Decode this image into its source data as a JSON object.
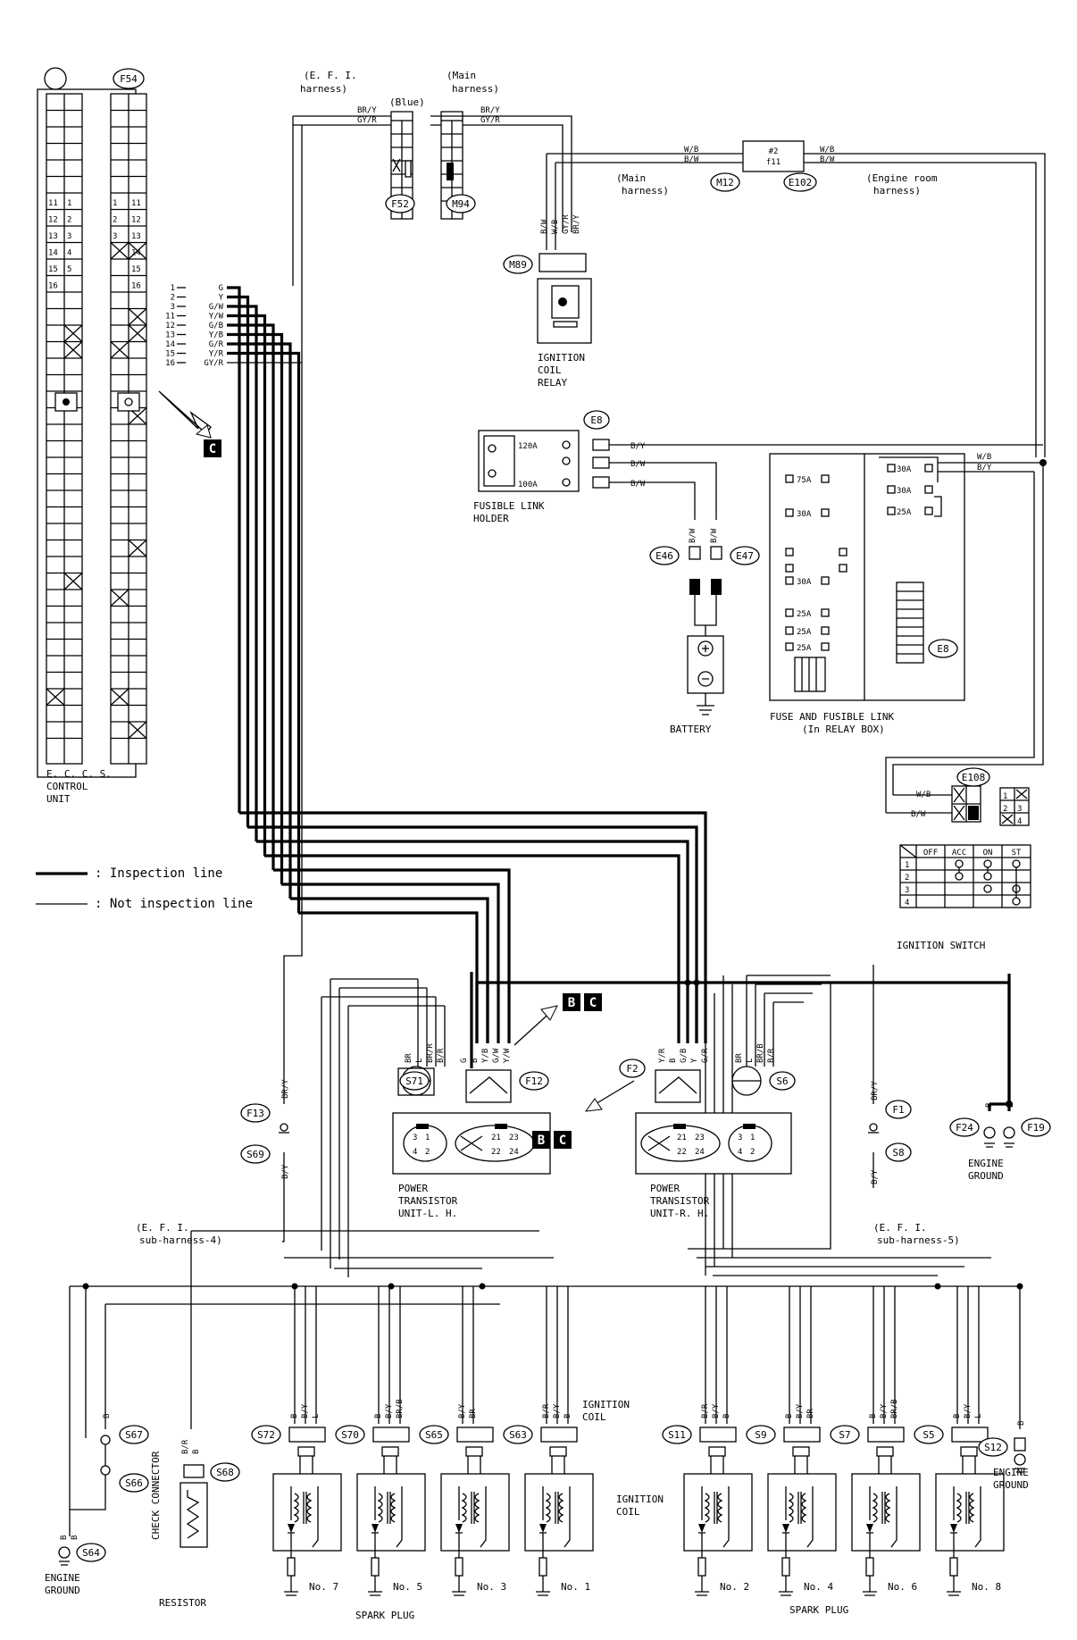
{
  "ecu": {
    "connector_id": "F54",
    "label_lines": [
      "E. C. C. S.",
      "CONTROL",
      "UNIT"
    ],
    "pins_left": [
      "11",
      "12",
      "13",
      "14",
      "15",
      "16"
    ],
    "pins_right": [
      "1",
      "2",
      "3",
      "4",
      "5"
    ],
    "pins_right_b": [
      "11",
      "12",
      "13",
      "14",
      "15",
      "16"
    ],
    "pins_left_b": [
      "1",
      "2",
      "3"
    ]
  },
  "ecu_wires": [
    {
      "pin": "1",
      "color": "G"
    },
    {
      "pin": "2",
      "color": "Y"
    },
    {
      "pin": "3",
      "color": "G/W"
    },
    {
      "pin": "11",
      "color": "Y/W"
    },
    {
      "pin": "12",
      "color": "G/B"
    },
    {
      "pin": "13",
      "color": "Y/B"
    },
    {
      "pin": "14",
      "color": "G/R"
    },
    {
      "pin": "15",
      "color": "Y/R"
    },
    {
      "pin": "16",
      "color": "GY/R"
    }
  ],
  "ref_badge": "C",
  "harness": {
    "efi_label": "(E. F. I.",
    "efi_label2": "harness)",
    "blue": "(Blue)",
    "main_label": "(Main",
    "main_label2": "harness)",
    "wire_brY": "BR/Y",
    "wire_gyR": "GY/R",
    "f52": "F52",
    "m94": "M94"
  },
  "relay": {
    "main_harness": "(Main",
    "main_harness2": "harness)",
    "m12": "M12",
    "e102": "E102",
    "engine_room": "(Engine room",
    "engine_room2": "harness)",
    "fuse_a": "#2",
    "fuse_b": "f11",
    "wire_wb": "W/B",
    "wire_bw": "B/W",
    "m89": "M89",
    "wires": [
      "B/W",
      "W/B",
      "GY/R",
      "BR/Y"
    ],
    "label_lines": [
      "IGNITION",
      "COIL",
      "RELAY"
    ]
  },
  "fusible": {
    "e8": "E8",
    "fuse_120": "120A",
    "fuse_100": "100A",
    "wire_by": "B/Y",
    "wire_bw": "B/W",
    "label_lines": [
      "FUSIBLE LINK",
      "HOLDER"
    ],
    "e46": "E46",
    "e47": "E47",
    "battery": "BATTERY"
  },
  "relay_box": {
    "left_fuses": [
      "75A",
      "30A",
      "30A",
      "25A",
      "25A",
      "25A"
    ],
    "right_fuses": [
      "30A",
      "30A",
      "25A"
    ],
    "e8": "E8",
    "wire_wb": "W/B",
    "wire_by": "B/Y",
    "label_lines": [
      "FUSE AND FUSIBLE LINK",
      "(In RELAY BOX)"
    ]
  },
  "ign_switch": {
    "conn": "E108",
    "wire_wb": "W/B",
    "wire_bw": "B/W",
    "headers": [
      "OFF",
      "ACC",
      "ON",
      "ST"
    ],
    "rows": [
      "1",
      "2",
      "3",
      "4"
    ],
    "pins": [
      "1",
      "2",
      "3",
      "4"
    ],
    "label": "IGNITION SWITCH"
  },
  "legend": {
    "inspection": ": Inspection line",
    "not_inspection": ": Not inspection line"
  },
  "pt_left": {
    "wires_a": [
      "BR",
      "L",
      "BR/R",
      "B/R"
    ],
    "wires_b": [
      "G",
      "B",
      "Y/B",
      "G/W",
      "Y/W"
    ],
    "s71": "S71",
    "f12": "F12",
    "f13": "F13",
    "s69": "S69",
    "wire_bry": "BR/Y",
    "wire_by": "B/Y",
    "pins_a": [
      "3",
      "1",
      "4",
      "2"
    ],
    "pins_b": [
      "21",
      "23",
      "22",
      "24"
    ],
    "label_lines": [
      "POWER",
      "TRANSISTOR",
      "UNIT-L. H."
    ],
    "badges": [
      "B",
      "C"
    ]
  },
  "pt_right": {
    "wires_a": [
      "Y/R",
      "B",
      "G/B",
      "Y",
      "G/R"
    ],
    "wires_b": [
      "BR",
      "L",
      "BR/B",
      "B/R"
    ],
    "f2": "F2",
    "s6": "S6",
    "f1": "F1",
    "s8": "S8",
    "wire_bry": "BR/Y",
    "wire_by": "B/Y",
    "pins_a": [
      "21",
      "23",
      "22",
      "24"
    ],
    "pins_b": [
      "3",
      "1",
      "4",
      "2"
    ],
    "label_lines": [
      "POWER",
      "TRANSISTOR",
      "UNIT-R. H."
    ],
    "badges": [
      "B",
      "C"
    ]
  },
  "engine_ground_r": {
    "f24": "F24",
    "f19": "F19",
    "wire": "B",
    "label_lines": [
      "ENGINE",
      "GROUND"
    ]
  },
  "sub_left": "(E. F. I.",
  "sub_left2": "sub-harness-4)",
  "sub_right": "(E. F. I.",
  "sub_right2": "sub-harness-5)",
  "coils_left": [
    {
      "conn": "S72",
      "wires": [
        "B",
        "B/Y",
        "L"
      ],
      "plug": "No. 7"
    },
    {
      "conn": "S70",
      "wires": [
        "B",
        "B/Y",
        "BR/B"
      ],
      "plug": "No. 5"
    },
    {
      "conn": "S65",
      "wires": [
        "B/Y",
        "BR"
      ],
      "plug": "No. 3"
    },
    {
      "conn": "S63",
      "wires": [
        "B/R",
        "B/Y",
        "B"
      ],
      "plug": "No. 1"
    }
  ],
  "coils_right": [
    {
      "conn": "S11",
      "wires": [
        "B/R",
        "B/Y",
        "B"
      ],
      "plug": "No. 2"
    },
    {
      "conn": "S9",
      "wires": [
        "B",
        "B/Y",
        "BR"
      ],
      "plug": "No. 4"
    },
    {
      "conn": "S7",
      "wires": [
        "B",
        "B/Y",
        "BR/B"
      ],
      "plug": "No. 6"
    },
    {
      "conn": "S5",
      "wires": [
        "B",
        "B/Y",
        "L"
      ],
      "plug": "No. 8"
    }
  ],
  "left_ground": {
    "s67": "S67",
    "s66": "S66",
    "s64": "S64",
    "wire": "B",
    "label_lines": [
      "ENGINE",
      "GROUND"
    ]
  },
  "check": {
    "s68": "S68",
    "wires": [
      "B/R",
      "B"
    ],
    "vertical_label": "CHECK CONNECTOR",
    "resistor": "RESISTOR"
  },
  "right_ground": {
    "s12": "S12",
    "wire": "B",
    "label_lines": [
      "ENGINE",
      "GROUND"
    ]
  },
  "ignition_coil_label": [
    "IGNITION",
    "COIL"
  ],
  "ignition_coil_label_r": [
    "IGNITION",
    "COIL"
  ],
  "spark_plug_label": "SPARK PLUG",
  "spark_plug_label_r": "SPARK PLUG"
}
